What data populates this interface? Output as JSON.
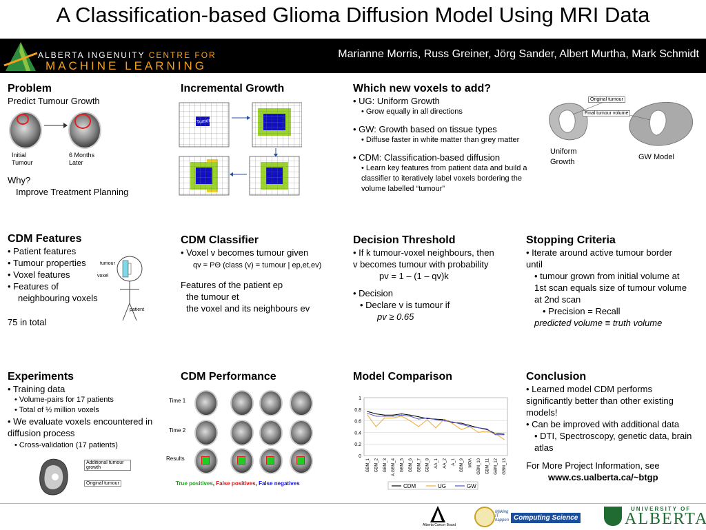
{
  "title": "A Classification-based Glioma Diffusion Model Using MRI Data",
  "banner": {
    "org_line1": "ALBERTA INGENUITY",
    "org_line1_accent": "CENTRE FOR",
    "org_line2": "MACHINE LEARNING",
    "authors": "Marianne Morris, Russ Greiner, Jörg Sander, Albert Murtha, Mark Schmidt"
  },
  "problem": {
    "heading": "Problem",
    "subtitle": "Predict Tumour Growth",
    "caption_initial": "Initial Tumour",
    "caption_later": "6 Months Later",
    "why": "Why?",
    "why_answer": "Improve Treatment Planning"
  },
  "incremental": {
    "heading": "Incremental Growth",
    "tumor_label": "Tumor"
  },
  "which": {
    "heading": "Which new voxels to add?",
    "ug": "• UG: Uniform Growth",
    "ug_sub": "• Grow equally in all directions",
    "gw": "• GW: Growth based on tissue types",
    "gw_sub": "• Diffuse faster in white matter than grey matter",
    "cdm": "• CDM: Classification-based diffusion",
    "cdm_sub": "• Learn key features from patient data and build a classifier to iteratively label voxels bordering the volume labelled “tumour”",
    "fig_original": "Original tumour",
    "fig_final": "Final tumour volume",
    "fig_ug": "Uniform Growth",
    "fig_gw": "GW Model"
  },
  "features": {
    "heading": "CDM Features",
    "items": [
      "• Patient features",
      "• Tumour properties",
      "• Voxel features",
      "• Features of"
    ],
    "items_cont": "neighbouring voxels",
    "total": "75 in total",
    "fig_tumour": "tumour",
    "fig_voxel": "voxel",
    "fig_patient": "patient"
  },
  "classifier": {
    "heading": "CDM Classifier",
    "line1": "• Voxel v becomes tumour given",
    "formula": "qv = PΘ (class (v) = tumour | ep,et,ev)",
    "feat_head": "Features of the patient ep",
    "feat_tumour": "the tumour et",
    "feat_voxel": "the voxel and its neighbours ev"
  },
  "threshold": {
    "heading": "Decision Threshold",
    "line1": "• If k tumour-voxel neighbours, then",
    "line2": "v becomes tumour with probability",
    "formula": "pv = 1 – (1 – qv)k",
    "decision": "• Decision",
    "declare": "• Declare v is tumour if",
    "cond": "pv ≥ 0.65"
  },
  "stopping": {
    "heading": "Stopping Criteria",
    "line1": "• Iterate around active tumour border until",
    "line2": "• tumour grown from initial volume at 1st scan equals size of tumour volume at 2nd scan",
    "line3": "• Precision = Recall",
    "line4": "predicted volume ≡ truth volume"
  },
  "experiments": {
    "heading": "Experiments",
    "l1": "• Training data",
    "l2": "• Volume-pairs for 17 patients",
    "l3": "• Total of ½ million voxels",
    "l4": "• We evaluate voxels encountered in diffusion process",
    "l5": "• Cross-validation (17 patients)",
    "fig_additional": "Additional tumour growth",
    "fig_original": "Original tumour"
  },
  "performance": {
    "heading": "CDM Performance",
    "rows": [
      "Time 1",
      "Time 2",
      "Results"
    ],
    "legend_tp": "True positives",
    "legend_fp": "False positives",
    "legend_fn": "False negatives",
    "sep": ", "
  },
  "comparison": {
    "heading": "Model Comparison"
  },
  "chart_data": {
    "type": "line",
    "categories": [
      "GBM_1",
      "GBM_2",
      "GBM_3",
      "A.GBM_4",
      "GBM_5",
      "GBM_6",
      "GBM_7",
      "GBM_8",
      "AA_1",
      "AA_2",
      "A_1",
      "GBM_9",
      "MOA",
      "GBM_10",
      "GBM_11",
      "GBM_12",
      "GBM_13"
    ],
    "series": [
      {
        "name": "CDM",
        "color": "#000000",
        "values": [
          0.76,
          0.72,
          0.7,
          0.7,
          0.72,
          0.7,
          0.67,
          0.64,
          0.63,
          0.62,
          0.57,
          0.56,
          0.52,
          0.48,
          0.45,
          0.38,
          0.37
        ]
      },
      {
        "name": "UG",
        "color": "#f0a830",
        "values": [
          0.7,
          0.5,
          0.65,
          0.65,
          0.68,
          0.6,
          0.5,
          0.62,
          0.48,
          0.63,
          0.55,
          0.45,
          0.5,
          0.4,
          0.42,
          0.38,
          0.28
        ]
      },
      {
        "name": "GW",
        "color": "#5050c8",
        "values": [
          0.73,
          0.68,
          0.68,
          0.68,
          0.7,
          0.68,
          0.63,
          0.65,
          0.62,
          0.6,
          0.58,
          0.54,
          0.5,
          0.48,
          0.46,
          0.36,
          0.36
        ]
      }
    ],
    "yticks": [
      "1",
      "0.8",
      "0.6",
      "0.4",
      "0.2",
      "0"
    ],
    "ylim": [
      0,
      1
    ],
    "grid": true,
    "legend": "bottom"
  },
  "conclusion": {
    "heading": "Conclusion",
    "l1": "• Learned model CDM performs significantly better than other existing models!",
    "l2": "• Can be improved with additional data",
    "l3": "• DTI, Spectroscopy, genetic data, brain atlas",
    "l4": "For More Project Information, see",
    "url": "www.cs.ualberta.ca/~btgp"
  },
  "footer": {
    "acb": "Alberta Cancer Board",
    "making": "Making IT happen",
    "cs": "Computing Science",
    "ua_small": "UNIVERSITY OF",
    "ua_big": "ALBERTA"
  }
}
